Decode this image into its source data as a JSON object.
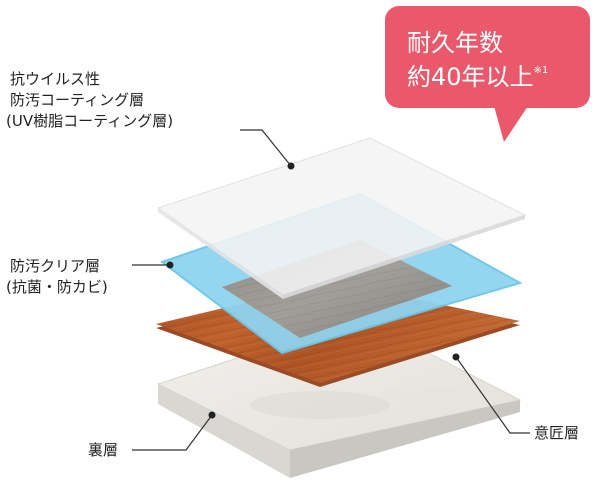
{
  "callout": {
    "line1": "耐久年数",
    "line2": "約40年以上",
    "note": "※1",
    "color": "#e9596b"
  },
  "labels": {
    "top_coating": [
      "抗ウイルス性",
      "防汚コーティング層",
      "(UV樹脂コーティング層)"
    ],
    "clear_layer": [
      "防汚クリア層",
      "(抗菌・防カビ)"
    ],
    "design_layer": "意匠層",
    "back_layer": "裏層"
  },
  "colors": {
    "coating_sheet": "#f3f3f4",
    "clear_sheet": "#9ad8ef",
    "wood_sheet": "#b5582a",
    "base_slab": "#e9e8e3",
    "leader_line": "#333333"
  }
}
